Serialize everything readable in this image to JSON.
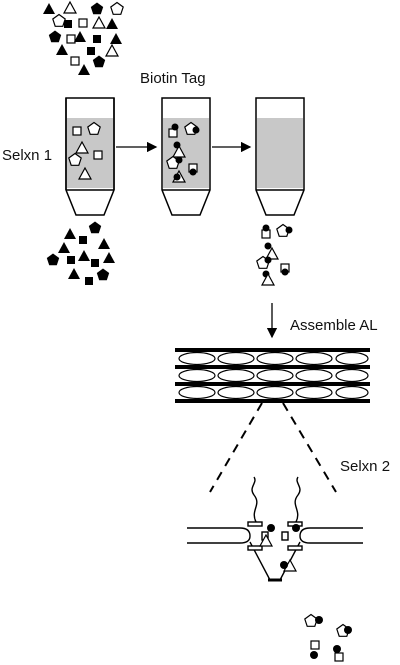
{
  "labels": {
    "biotin_tag": "Biotin Tag",
    "selxn1": "Selxn 1",
    "assemble": "Assemble AL",
    "selxn2": "Selxn 2"
  },
  "colors": {
    "ink": "#000000",
    "paper": "#ffffff",
    "resin": "#c8c8c8"
  },
  "icons": [
    "triangle",
    "square",
    "pentagon",
    "biotin-dot"
  ]
}
